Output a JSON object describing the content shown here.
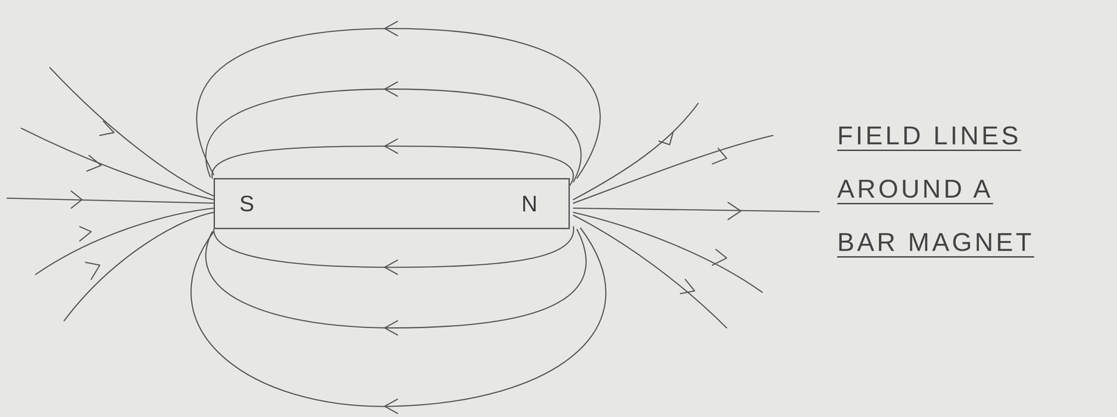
{
  "diagram": {
    "title": "FIELD LINES AROUND A BAR MAGNET",
    "nodes": [
      {
        "text": [
          "S",
          "N"
        ]
      }
    ]
  }
}
